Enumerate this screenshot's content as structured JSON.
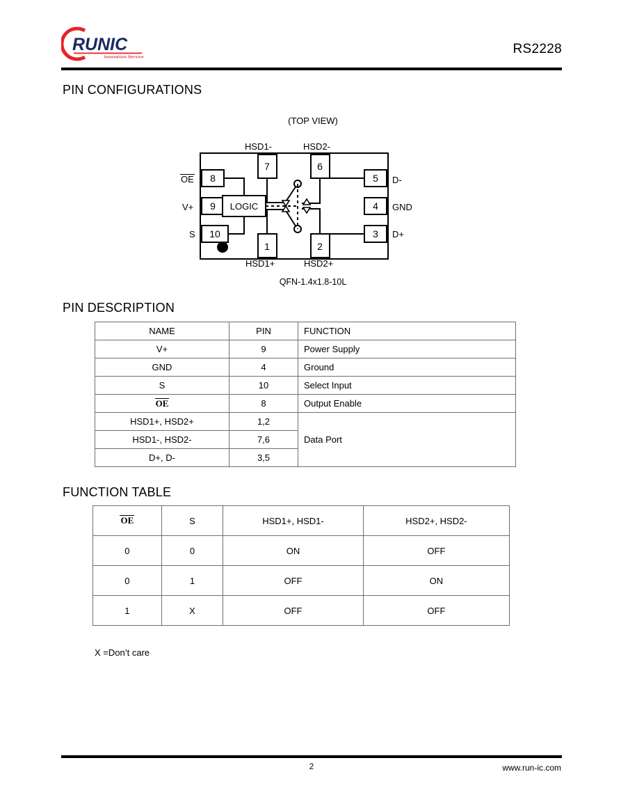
{
  "header": {
    "logo_word": "RUNIC",
    "logo_tagline": "Innovation Service",
    "logo_arc_color": "#e8232a",
    "logo_text_color": "#1b2a63",
    "part_number": "RS2228"
  },
  "sections": {
    "pin_configurations": "PIN CONFIGURATIONS",
    "pin_description": "PIN DESCRIPTION",
    "function_table": "FUNCTION TABLE"
  },
  "pin_diagram": {
    "top_view_label": "(TOP VIEW)",
    "package_label": "QFN-1.4x1.8-10L",
    "logic_block_label": "LOGIC",
    "top_pins": [
      {
        "number": "7",
        "label": "HSD1-"
      },
      {
        "number": "6",
        "label": "HSD2-"
      }
    ],
    "bottom_pins": [
      {
        "number": "1",
        "label": "HSD1+"
      },
      {
        "number": "2",
        "label": "HSD2+"
      }
    ],
    "left_pins": [
      {
        "number": "8",
        "label": "OE",
        "overline": true
      },
      {
        "number": "9",
        "label": "V+",
        "overline": false
      },
      {
        "number": "10",
        "label": "S",
        "overline": false
      }
    ],
    "right_pins": [
      {
        "number": "5",
        "label": "D-"
      },
      {
        "number": "4",
        "label": "GND"
      },
      {
        "number": "3",
        "label": "D+"
      }
    ]
  },
  "pin_description_table": {
    "headers": [
      "NAME",
      "PIN",
      "FUNCTION"
    ],
    "rows": [
      {
        "name": "V+",
        "pin": "9",
        "function": "Power Supply"
      },
      {
        "name": "GND",
        "pin": "4",
        "function": "Ground"
      },
      {
        "name": "S",
        "pin": "10",
        "function": "Select Input"
      },
      {
        "name": "OE",
        "name_overline": true,
        "pin": "8",
        "function": "Output Enable"
      },
      {
        "name": "HSD1+, HSD2+",
        "pin": "1,2",
        "function": "Data Port",
        "function_rowspan": 3
      },
      {
        "name": "HSD1-, HSD2-",
        "pin": "7,6"
      },
      {
        "name": "D+, D-",
        "pin": "3,5"
      }
    ],
    "data_port_label": "Data Port"
  },
  "function_table": {
    "headers": [
      "OE",
      "S",
      "HSD1+, HSD1-",
      "HSD2+, HSD2-"
    ],
    "header_oe_overline": true,
    "rows": [
      {
        "oe": "0",
        "s": "0",
        "hsd1": "ON",
        "hsd2": "OFF"
      },
      {
        "oe": "0",
        "s": "1",
        "hsd1": "OFF",
        "hsd2": "ON"
      },
      {
        "oe": "1",
        "s": "X",
        "hsd1": "OFF",
        "hsd2": "OFF"
      }
    ],
    "note": "X =Don’t care"
  },
  "footer": {
    "page_number": "2",
    "website": "www.run-ic.com"
  }
}
